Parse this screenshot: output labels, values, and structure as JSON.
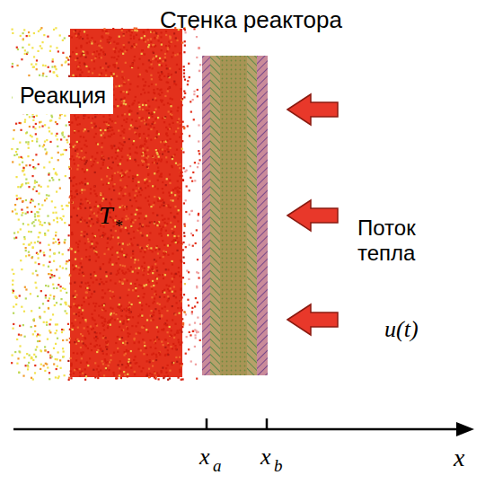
{
  "diagram": {
    "labels": [
      "Стенка реактора",
      "Реакция",
      "T",
      "*",
      "Поток тепла",
      "u(t)",
      "x",
      "a",
      "x",
      "b",
      "x"
    ]
  }
}
